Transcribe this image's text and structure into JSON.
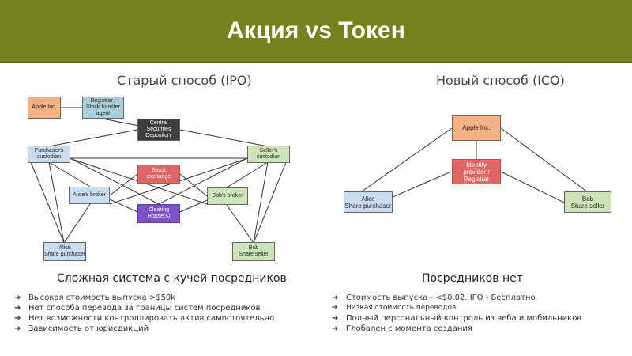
{
  "title": "Акция vs Токен",
  "left": {
    "heading": "Старый способ (IPO)",
    "nodes": {
      "apple": "Apple Inc.",
      "registrar": [
        "Registrar /",
        "Stock transfer",
        "agent"
      ],
      "csd": [
        "Central",
        "Securities",
        "Depository"
      ],
      "purchaser_custodian": [
        "Purchaser's",
        "custodian"
      ],
      "seller_custodian": [
        "Seller's",
        "custodian"
      ],
      "stock_exchange": [
        "Stock",
        "exchange"
      ],
      "alice_broker": "Alice's broker",
      "bob_broker": "Bob's broker",
      "clearing": [
        "Clearing",
        "House(s)"
      ],
      "alice": [
        "Alice",
        "Share purchaser"
      ],
      "bob": [
        "Bob",
        "Share seller"
      ]
    },
    "subtitle": "Сложная система с кучей посредников",
    "bullets": [
      "Высокая стоимость выпуска >$50k",
      "Нет способа перевода за границы систем посредников",
      "Нет возможности контроллировать актив самостоятельно",
      "Зависимость от юрисдикций"
    ]
  },
  "right": {
    "heading": "Новый способ (ICO)",
    "nodes": {
      "apple": "Apple Inc.",
      "identity": [
        "Identity",
        "provider /",
        "Registrar"
      ],
      "alice": [
        "Alice",
        "Share purchaser"
      ],
      "bob": [
        "Bob",
        "Share seller"
      ]
    },
    "subtitle": "Посредников нет",
    "bullets": [
      "Стоимость выпуска - <$0.02. IPO - Бесплатно",
      "Низкая стоимость переводов",
      "Полный персональный контроль из веба и мобильников",
      "Глобален с момента создания"
    ]
  },
  "bullet_glyph": "➔",
  "colors": {
    "header": "#76801c",
    "orange": "#f4b183",
    "teal": "#a9cfd8",
    "blue": "#c9dcf0",
    "green": "#cde3b8",
    "red": "#e06666",
    "purple": "#7b52c7",
    "dark": "#3d3d3d"
  }
}
